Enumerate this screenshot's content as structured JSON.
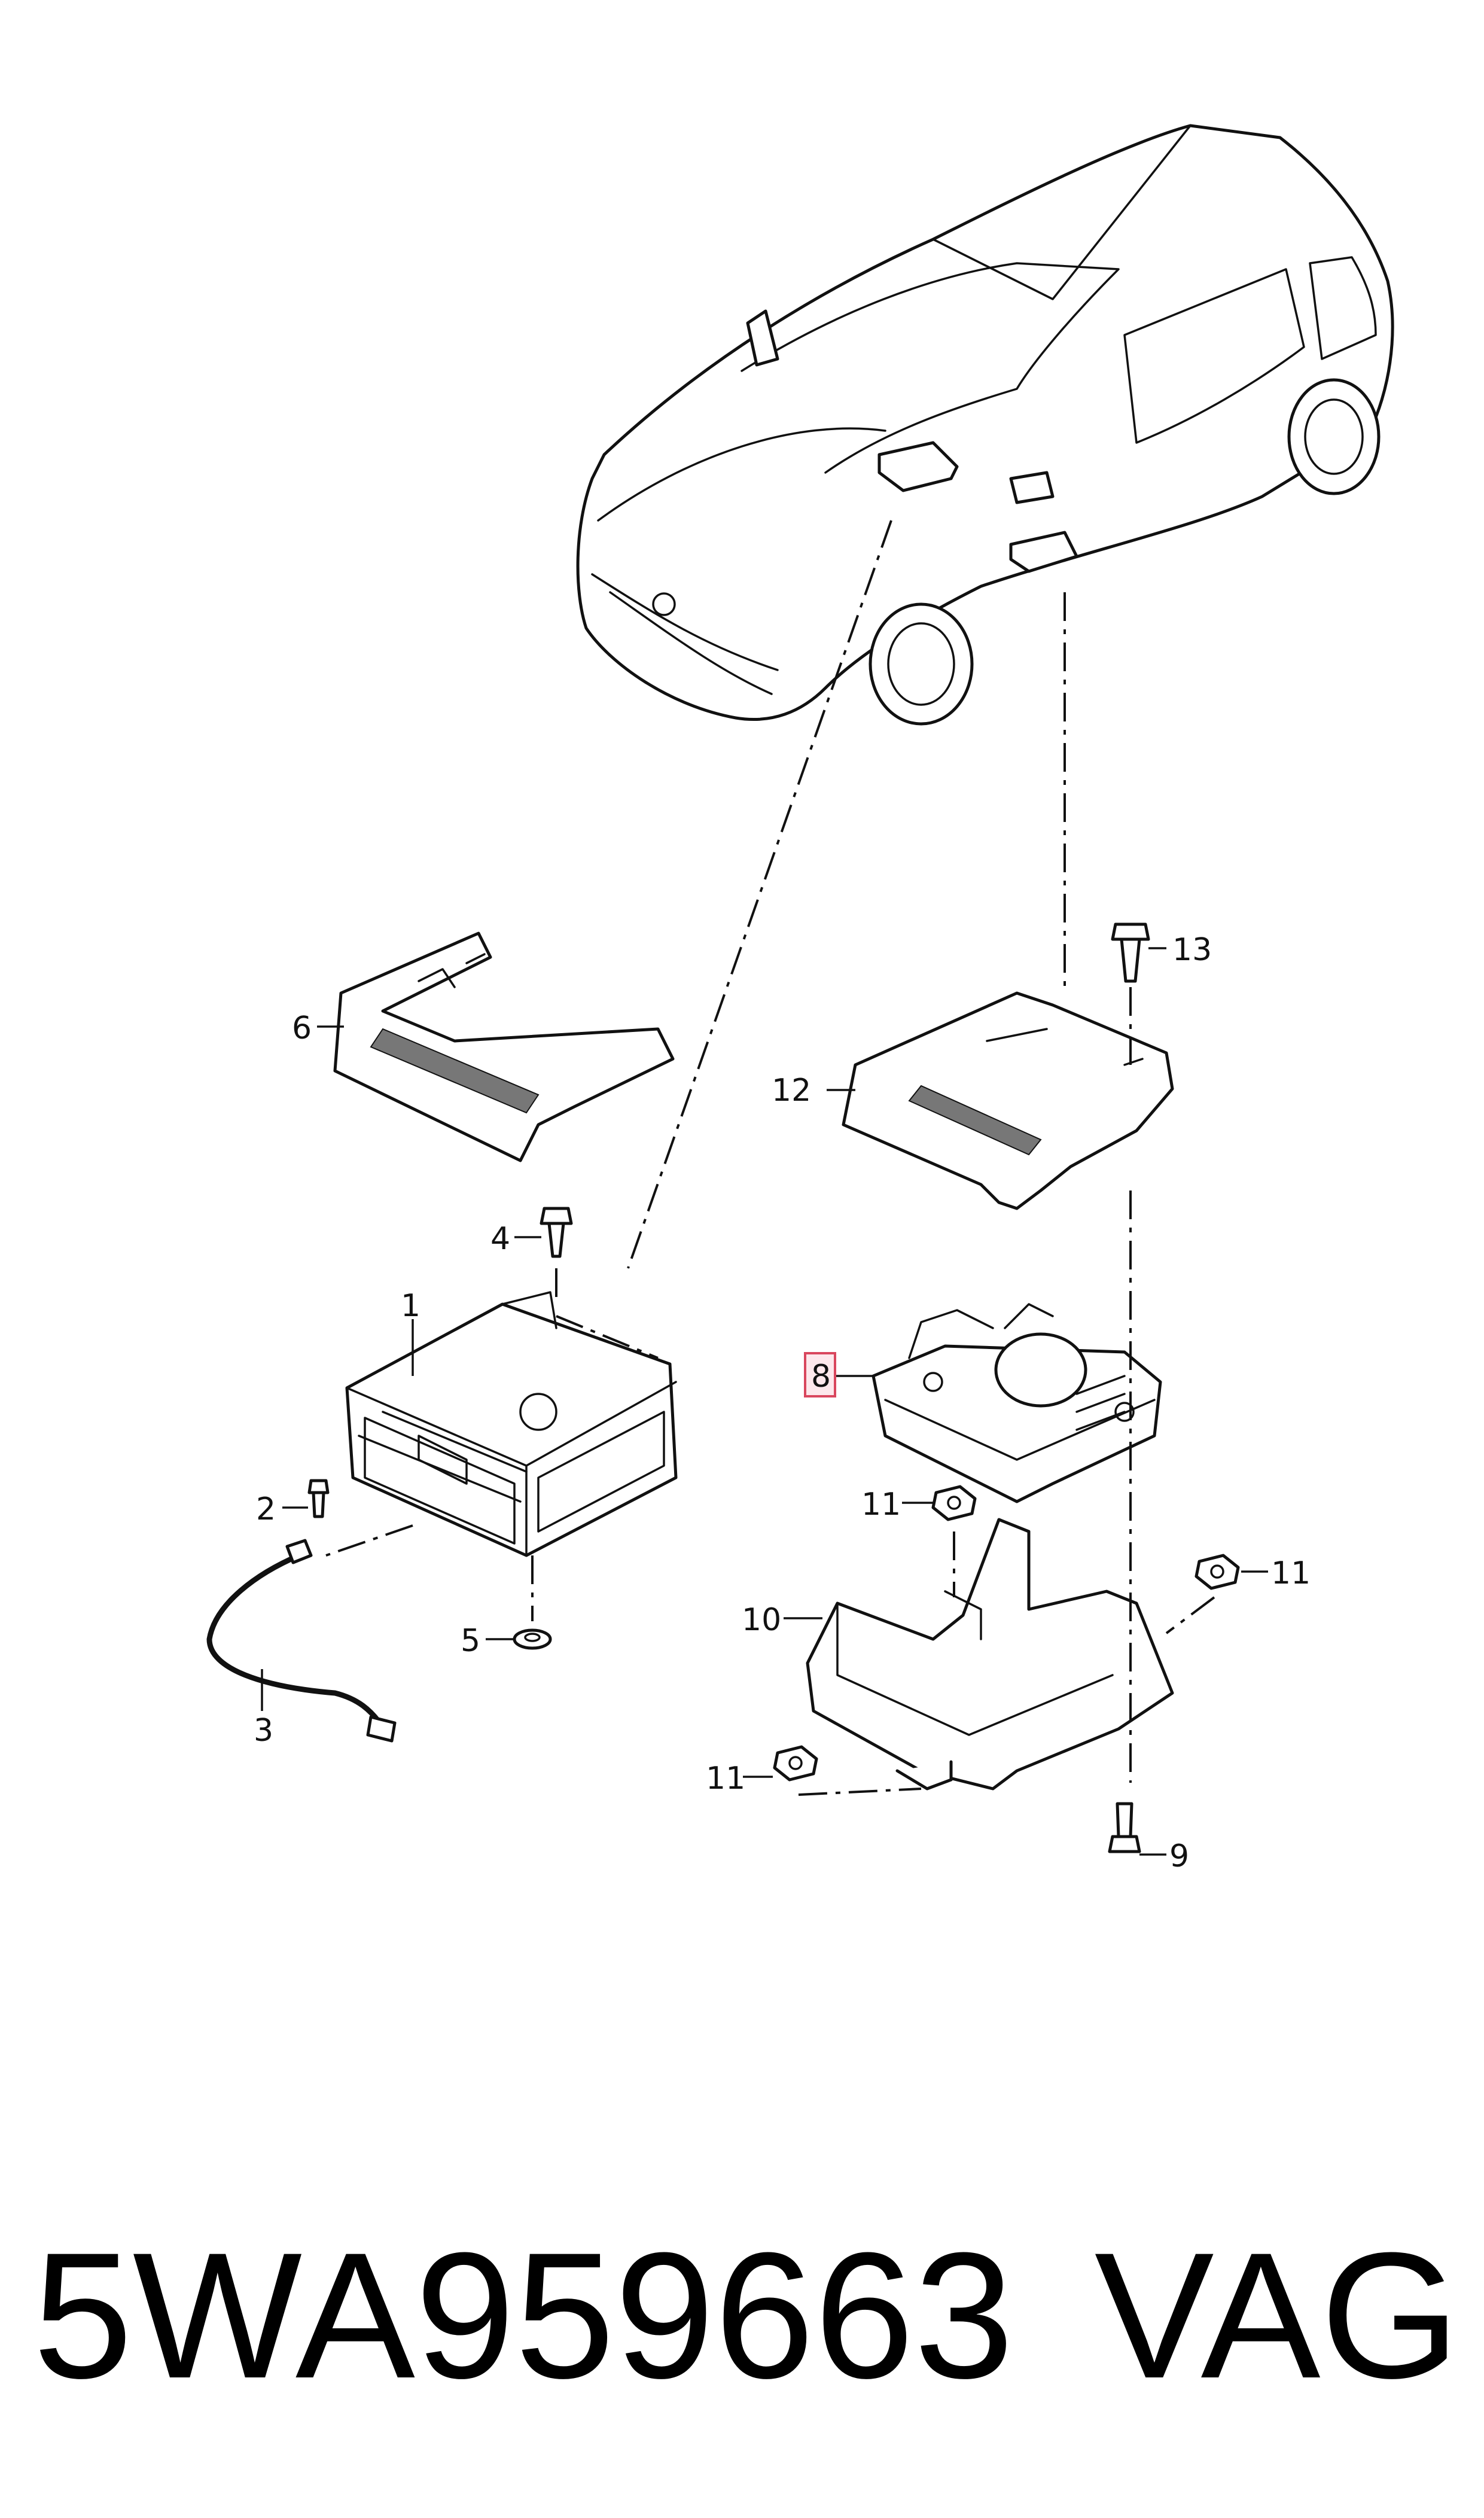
{
  "callouts": {
    "c1": "1",
    "c2": "2",
    "c3": "3",
    "c4": "4",
    "c5": "5",
    "c6": "6",
    "c8": "8",
    "c9": "9",
    "c10": "10",
    "c11a": "11",
    "c11b": "11",
    "c11c": "11",
    "c12": "12",
    "c13": "13"
  },
  "highlighted_callout": "8",
  "footer": {
    "part_number": "5WA959663",
    "brand": "VAG"
  }
}
